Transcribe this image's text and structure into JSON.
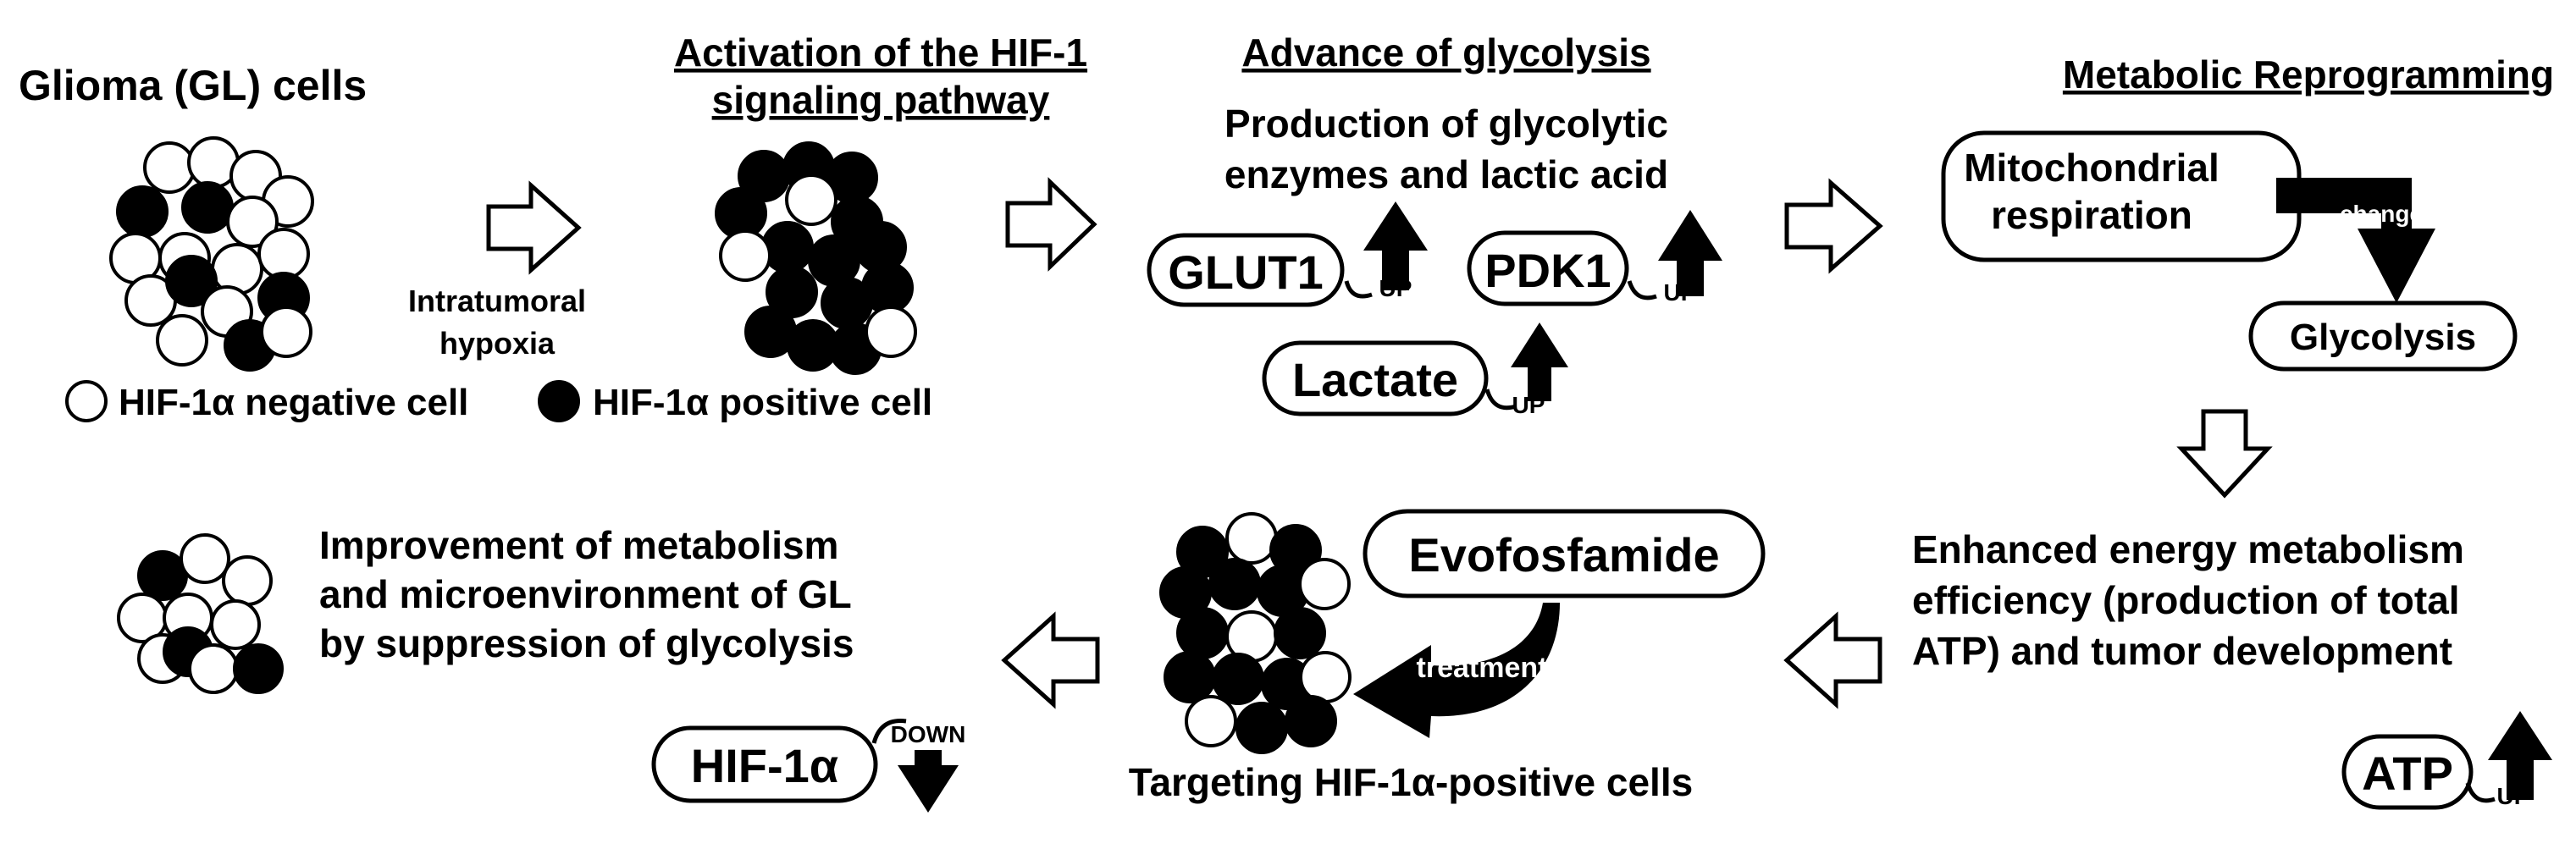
{
  "titles": {
    "glioma": "Glioma (GL) cells",
    "activation_l1": "Activation of the HIF-1",
    "activation_l2": "signaling pathway",
    "glycolysis_advance": "Advance of glycolysis",
    "reprogramming": "Metabolic Reprogramming"
  },
  "legend": {
    "negative": "HIF-1α negative cell",
    "positive": "HIF-1α positive cell"
  },
  "hypoxia": {
    "l1": "Intratumoral",
    "l2": "hypoxia"
  },
  "production": {
    "l1": "Production of glycolytic",
    "l2": "enzymes and lactic acid"
  },
  "markers": {
    "glut1": "GLUT1",
    "pdk1": "PDK1",
    "lactate": "Lactate",
    "up": "UP",
    "down": "DOWN"
  },
  "reprog": {
    "mito_l1": "Mitochondrial",
    "mito_l2": "respiration",
    "change": "change",
    "glycolysis": "Glycolysis"
  },
  "energy": {
    "l1": "Enhanced energy metabolism",
    "l2": "efficiency (production of total",
    "l3": "ATP) and tumor development",
    "atp": "ATP"
  },
  "treatment": {
    "drug": "Evofosfamide",
    "label": "treatment",
    "targeting": "Targeting HIF-1α-positive cells"
  },
  "improvement": {
    "l1": "Improvement  of  metabolism",
    "l2": "and microenvironment of GL",
    "l3": "by suppression of glycolysis",
    "hif": "HIF-1α"
  }
}
